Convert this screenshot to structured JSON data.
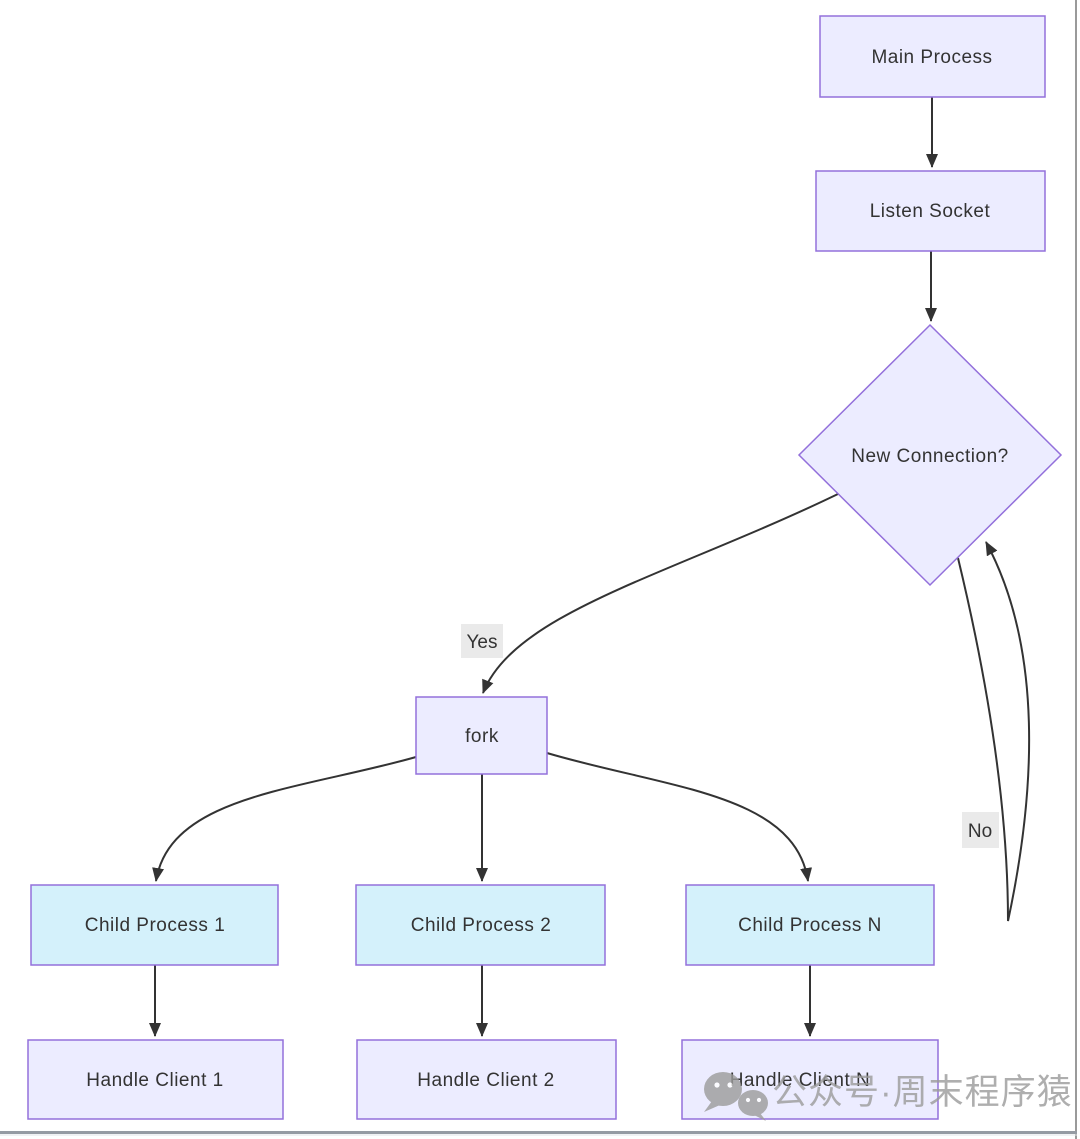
{
  "diagram": {
    "type": "flowchart",
    "nodes": {
      "main_process": "Main Process",
      "listen_socket": "Listen Socket",
      "new_connection": "New Connection?",
      "fork": "fork",
      "child_process_1": "Child Process 1",
      "child_process_2": "Child Process 2",
      "child_process_n": "Child Process N",
      "handle_client_1": "Handle Client 1",
      "handle_client_2": "Handle Client 2",
      "handle_client_n": "Handle Client N"
    },
    "edge_labels": {
      "yes": "Yes",
      "no": "No"
    },
    "edges": [
      {
        "from": "main_process",
        "to": "listen_socket",
        "label": ""
      },
      {
        "from": "listen_socket",
        "to": "new_connection",
        "label": ""
      },
      {
        "from": "new_connection",
        "to": "fork",
        "label": "Yes"
      },
      {
        "from": "new_connection",
        "to": "new_connection",
        "label": "No"
      },
      {
        "from": "fork",
        "to": "child_process_1",
        "label": ""
      },
      {
        "from": "fork",
        "to": "child_process_2",
        "label": ""
      },
      {
        "from": "fork",
        "to": "child_process_n",
        "label": ""
      },
      {
        "from": "child_process_1",
        "to": "handle_client_1",
        "label": ""
      },
      {
        "from": "child_process_2",
        "to": "handle_client_2",
        "label": ""
      },
      {
        "from": "child_process_n",
        "to": "handle_client_n",
        "label": ""
      }
    ],
    "colors": {
      "node_fill": "#ECECFF",
      "child_fill": "#D4F1FB",
      "node_border": "#9370DB",
      "edge": "#333333",
      "edge_label_bg": "#E8E8E8",
      "text": "#333333"
    }
  },
  "watermark": {
    "icon": "wechat-icon",
    "text": "公众号·周末程序猿",
    "color": "#9B9B9B"
  },
  "frame": {
    "right_border_color": "#9A9A9A",
    "bottom_border_color": "#959BA3"
  }
}
